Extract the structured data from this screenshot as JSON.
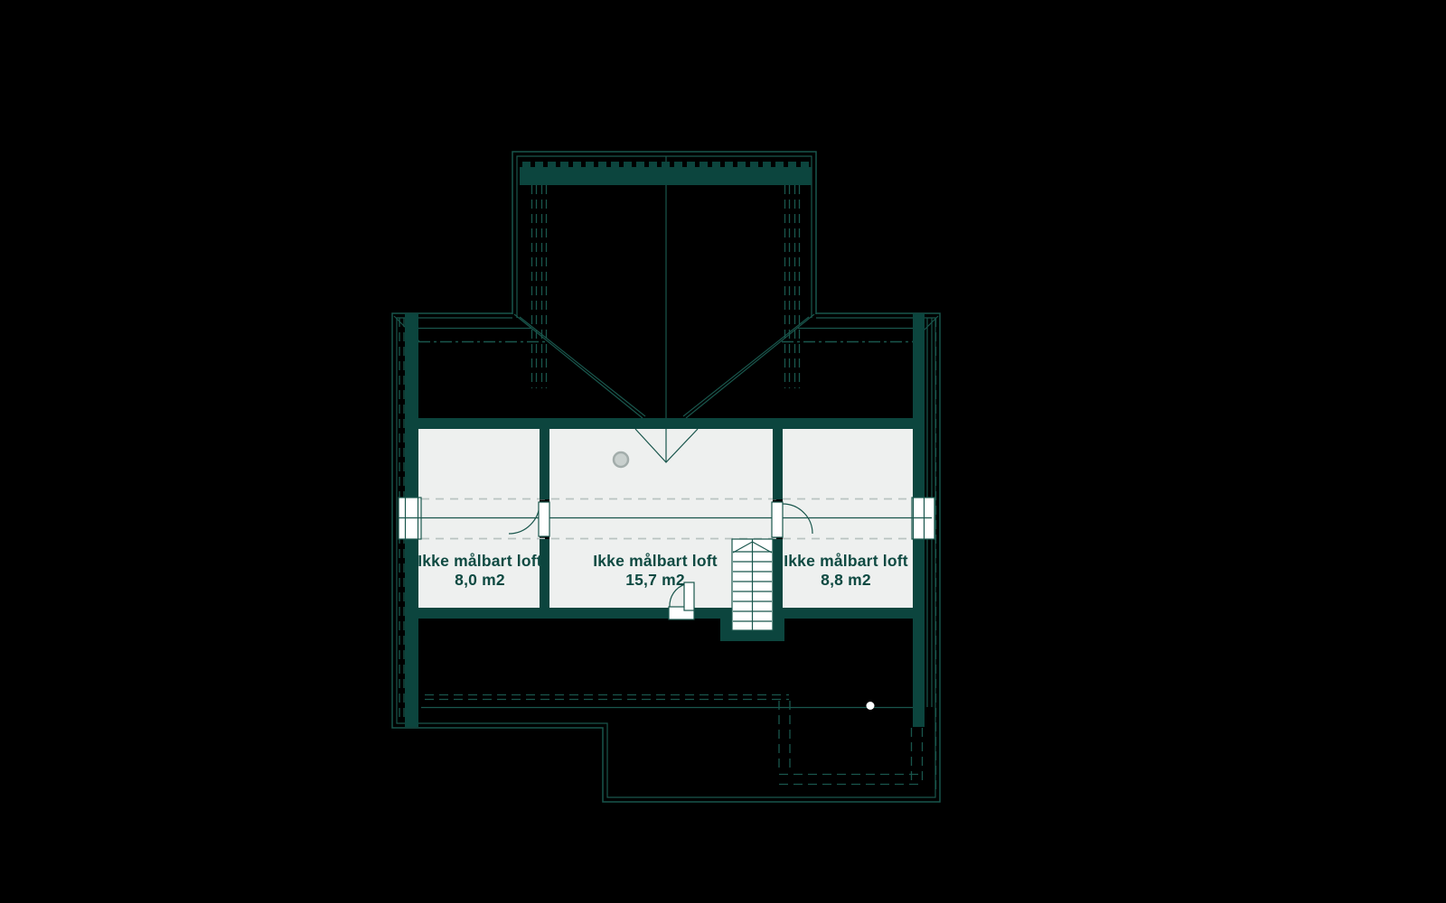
{
  "floorplan": {
    "type": "loft-floor-plan",
    "rooms": [
      {
        "label": "Ikke målbart loft",
        "area": "8,0 m2"
      },
      {
        "label": "Ikke målbart loft",
        "area": "15,7 m2"
      },
      {
        "label": "Ikke målbart loft",
        "area": "8,8 m2"
      }
    ],
    "features": [
      "dormer",
      "staircase",
      "doors",
      "windows",
      "roof-outline"
    ]
  },
  "colors": {
    "background": "#000000",
    "wall": "#0c453e",
    "line": "#19564c",
    "floor": "#eef0ef",
    "dash_gray": "#b9c3c1",
    "white": "#ffffff",
    "text": "#0f4a42",
    "circle_fill": "#c9d0ce",
    "circle_stroke": "#a3adab"
  }
}
